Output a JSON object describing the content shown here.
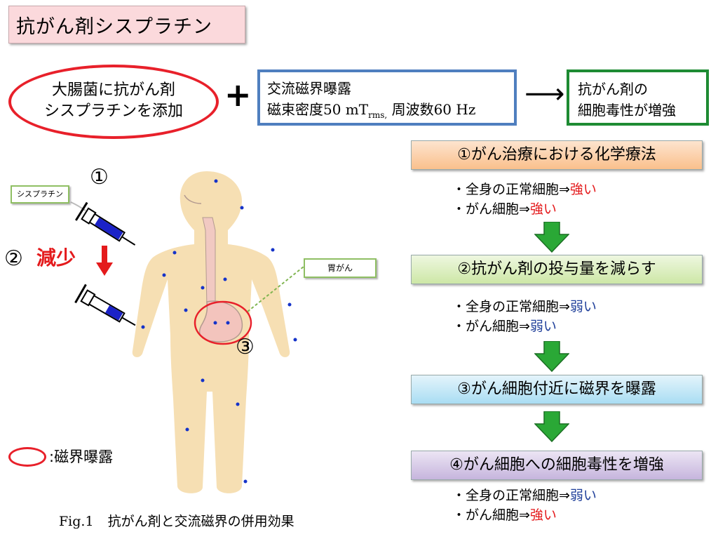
{
  "title": "抗がん剤シスプラチン",
  "oval": {
    "line1": "大腸菌に抗がん剤",
    "line2": "シスプラチンを添加"
  },
  "plus": "+",
  "exposure": {
    "line1": "交流磁界曝露",
    "line2_prefix": "磁束密度50 mT",
    "line2_sub": "rms,",
    "line2_suffix": " 周波数60 Hz"
  },
  "arrow": "⟶",
  "result": {
    "line1": "抗がん剤の",
    "line2": "細胞毒性が増強"
  },
  "steps": [
    {
      "label": "①がん治療における化学療法",
      "bullets": [
        {
          "prefix": "・全身の正常細胞⇒",
          "value": "強い",
          "kind": "strong"
        },
        {
          "prefix": "・がん細胞⇒",
          "value": "強い",
          "kind": "strong"
        }
      ]
    },
    {
      "label": "②抗がん剤の投与量を減らす",
      "bullets": [
        {
          "prefix": "・全身の正常細胞⇒",
          "value": "弱い",
          "kind": "weak"
        },
        {
          "prefix": "・がん細胞⇒",
          "value": "弱い",
          "kind": "weak"
        }
      ]
    },
    {
      "label": "③がん細胞付近に磁界を曝露",
      "bullets": []
    },
    {
      "label": "④がん細胞への細胞毒性を増強",
      "bullets": [
        {
          "prefix": "・全身の正常細胞⇒",
          "value": "弱い",
          "kind": "weak"
        },
        {
          "prefix": "・がん細胞⇒",
          "value": "強い",
          "kind": "strong"
        }
      ]
    }
  ],
  "labels": {
    "circle1": "①",
    "circle2": "②",
    "reduce": "減少",
    "circle3": "③",
    "drug_tag": "シスプラチン",
    "cancer_tag": "胃がん",
    "legend": ":磁界曝露"
  },
  "caption": {
    "fig": "Fig.1",
    "text": "抗がん剤と交流磁界の併用効果"
  },
  "colors": {
    "red": "#e8202a",
    "blue_text": "#1f3f9a",
    "green_arrow": "#2aa836",
    "skin": "#f6dfb3",
    "dot": "#1533c9"
  }
}
